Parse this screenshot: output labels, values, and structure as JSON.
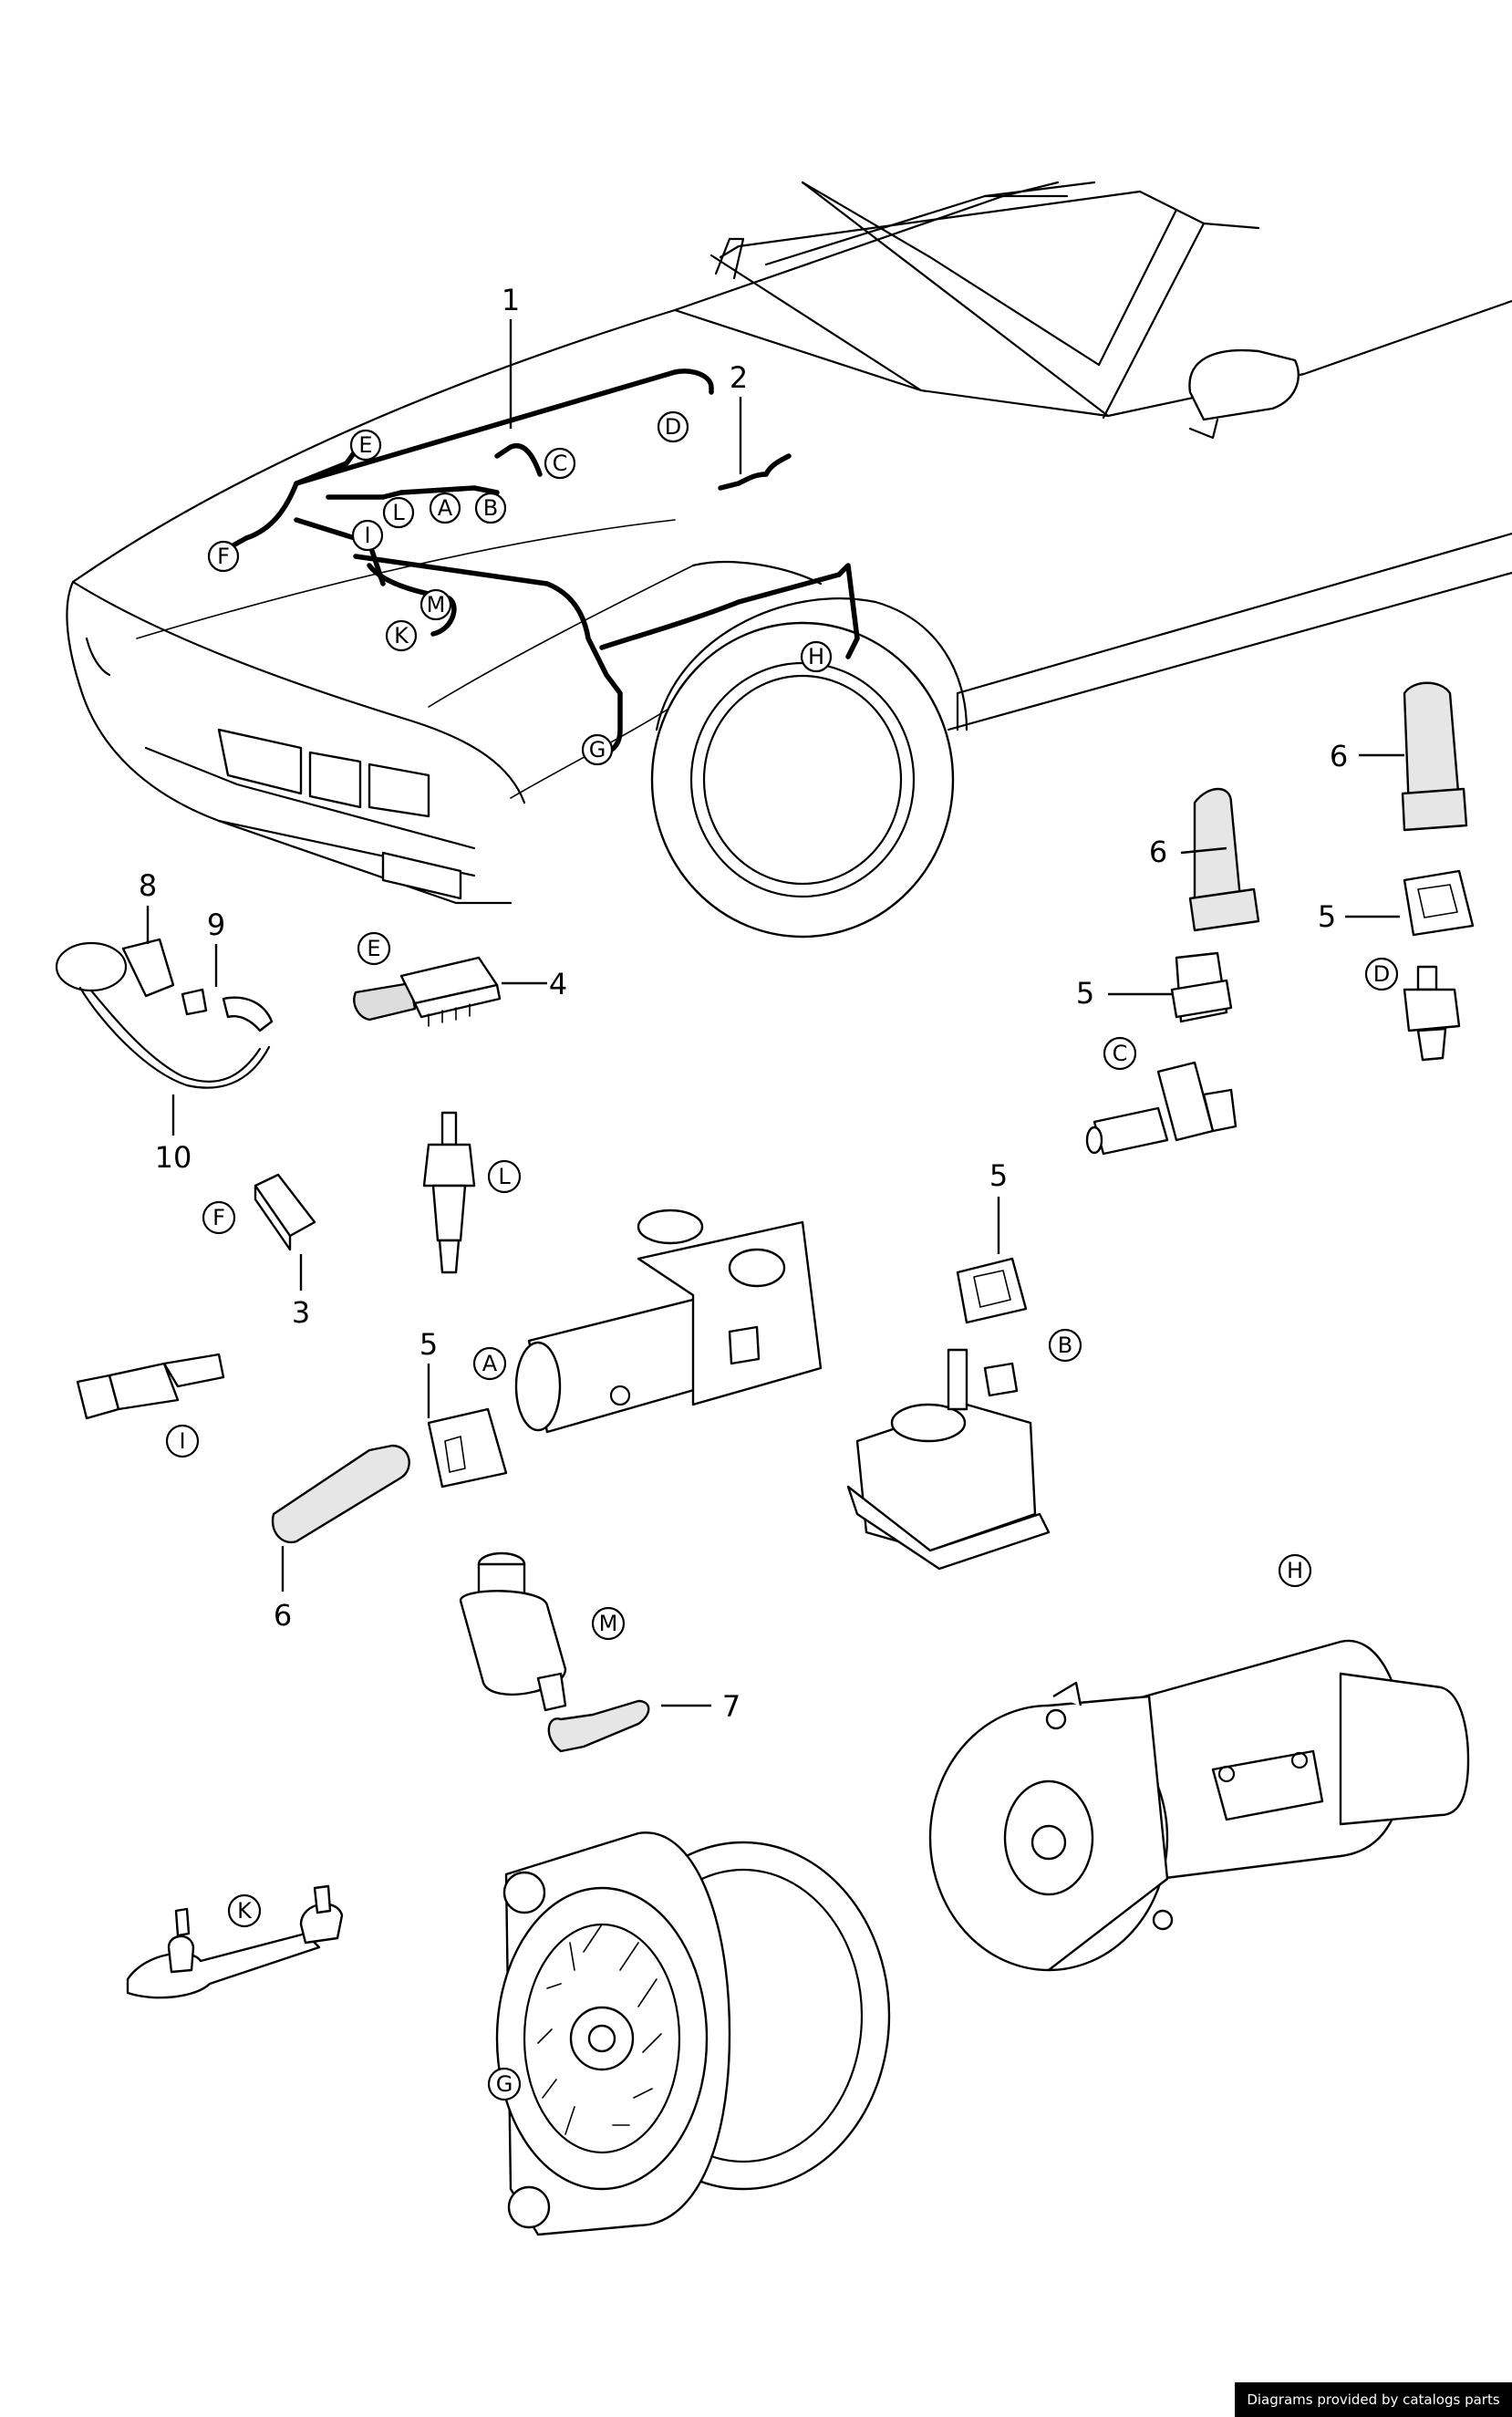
{
  "callouts": {
    "n1": "1",
    "n2": "2",
    "n3": "3",
    "n4": "4",
    "n5_b": "5",
    "n5_c": "5",
    "n5_d": "5",
    "n5_a": "5",
    "n6_c": "6",
    "n6_d": "6",
    "n6_a": "6",
    "n7": "7",
    "n8": "8",
    "n9": "9",
    "n10": "10"
  },
  "harness_letters": {
    "A": "A",
    "B": "B",
    "C": "C",
    "D": "D",
    "E": "E",
    "F": "F",
    "G": "G",
    "H": "H",
    "I": "I",
    "K": "K",
    "L": "L",
    "M": "M"
  },
  "component_letters": {
    "A": "A",
    "B": "B",
    "C": "C",
    "D": "D",
    "E": "E",
    "F": "F",
    "G": "G",
    "H": "H",
    "I": "I",
    "K": "K",
    "L": "L",
    "M": "M"
  },
  "credit": "Diagrams provided by catalogs parts"
}
